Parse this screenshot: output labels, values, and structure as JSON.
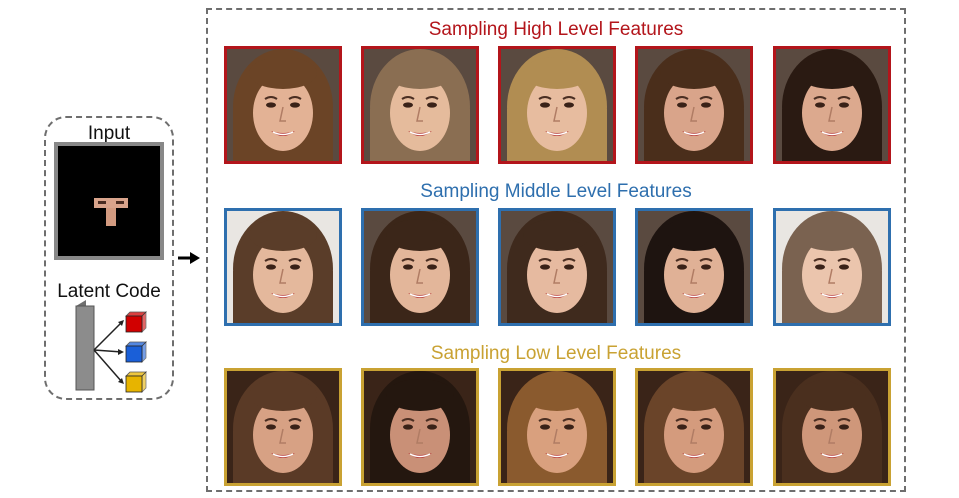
{
  "input_panel": {
    "input_label": "Input",
    "latent_label": "Latent Code",
    "latent_colors": [
      "#d10000",
      "#1a5fd8",
      "#e7b400"
    ]
  },
  "rows": [
    {
      "title": "Sampling High Level Features",
      "color": "#b3151b",
      "images": [
        {
          "hair": "#6b4426",
          "skin": "#e3b295"
        },
        {
          "hair": "#8a6e52",
          "skin": "#e5bb9c"
        },
        {
          "hair": "#b18d52",
          "skin": "#e7bc9f"
        },
        {
          "hair": "#4a2e1b",
          "skin": "#d9a48a"
        },
        {
          "hair": "#2a1a12",
          "skin": "#dca98e"
        }
      ]
    },
    {
      "title": "Sampling Middle Level Features",
      "color": "#2e6fae",
      "images": [
        {
          "hair": "#5a3d29",
          "skin": "#e4b89c"
        },
        {
          "hair": "#3b2619",
          "skin": "#e3b69a"
        },
        {
          "hair": "#3f2a1d",
          "skin": "#e6baa0"
        },
        {
          "hair": "#1e1410",
          "skin": "#e0b196"
        },
        {
          "hair": "#7a6250",
          "skin": "#ebc5ad"
        }
      ]
    },
    {
      "title": "Sampling Low Level Features",
      "color": "#c9a233",
      "images": [
        {
          "hair": "#5a3a26",
          "skin": "#d7a184"
        },
        {
          "hair": "#24170f",
          "skin": "#c99077"
        },
        {
          "hair": "#8a5a2e",
          "skin": "#d9a07e"
        },
        {
          "hair": "#6a4429",
          "skin": "#d49b7d"
        },
        {
          "hair": "#4a2f1e",
          "skin": "#cf977a"
        }
      ]
    }
  ]
}
